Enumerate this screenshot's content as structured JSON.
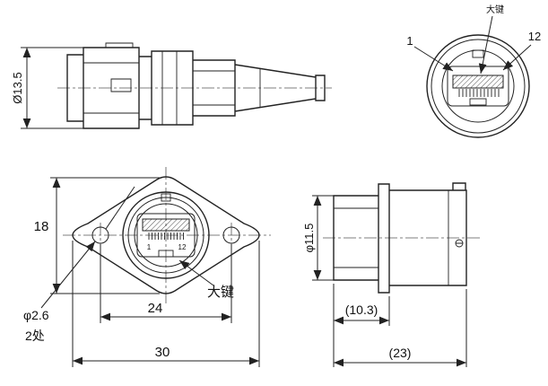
{
  "colors": {
    "line": "#222222",
    "background": "#ffffff"
  },
  "plug_side": {
    "diameter": "Ø13.5"
  },
  "plug_front": {
    "key": "大键",
    "pin_first": "1",
    "pin_last": "12"
  },
  "receptacle_front": {
    "height": "18",
    "hole_spacing": "24",
    "width": "30",
    "hole_diameter": "φ2.6",
    "hole_count": "2处",
    "key": "大键",
    "pin_first": "1",
    "pin_last": "12"
  },
  "receptacle_side": {
    "diameter": "φ11.5",
    "mount_depth": "(10.3)",
    "length": "(23)"
  }
}
